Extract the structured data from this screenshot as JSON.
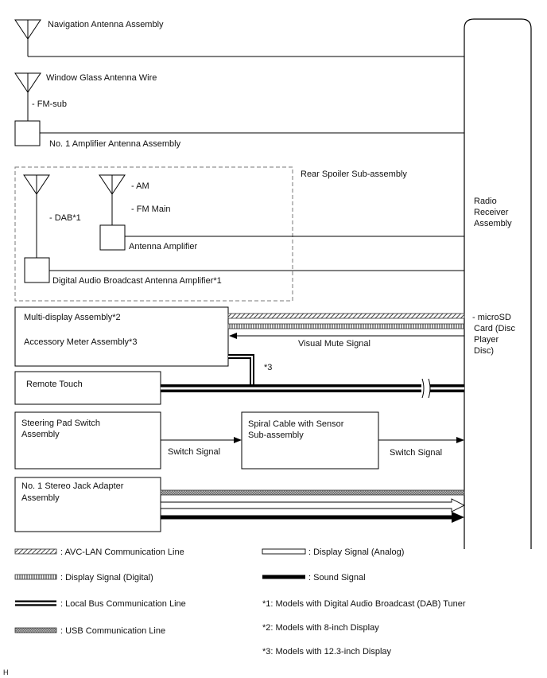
{
  "labels": {
    "nav_antenna": "Navigation Antenna Assembly",
    "window_glass": "Window Glass Antenna Wire",
    "fm_sub": "- FM-sub",
    "no1_amp": "No. 1 Amplifier Antenna Assembly",
    "rear_spoiler": "Rear Spoiler Sub-assembly",
    "am": "- AM",
    "fm_main": "- FM Main",
    "dab": "- DAB*1",
    "antenna_amp": "Antenna Amplifier",
    "dab_amp": "Digital Audio Broadcast Antenna Amplifier*1",
    "radio_line1": "Radio",
    "radio_line2": "Receiver",
    "radio_line3": "Assembly",
    "microsd_line1": "- microSD",
    "microsd_line2": "Card (Disc",
    "microsd_line3": "Player",
    "microsd_line4": "Disc)",
    "multi_display": "Multi-display Assembly*2",
    "accessory_meter": "Accessory Meter Assembly*3",
    "visual_mute": "Visual Mute Signal",
    "star3": "*3",
    "remote_touch": "Remote Touch",
    "steering_line1": "Steering Pad Switch",
    "steering_line2": "Assembly",
    "spiral_line1": "Spiral Cable with Sensor",
    "spiral_line2": "Sub-assembly",
    "switch_signal_1": "Switch Signal",
    "switch_signal_2": "Switch Signal",
    "stereo_line1": "No. 1 Stereo Jack Adapter",
    "stereo_line2": "Assembly",
    "corner_mark": "H"
  },
  "legend": {
    "avc_lan": ": AVC-LAN Communication Line",
    "display_digital": ": Display Signal (Digital)",
    "local_bus": ": Local Bus Communication Line",
    "usb": ": USB Communication Line",
    "display_analog": ": Display Signal (Analog)",
    "sound": ": Sound Signal"
  },
  "notes": {
    "n1": "*1: Models with Digital Audio Broadcast (DAB) Tuner",
    "n2": "*2: Models with 8-inch Display",
    "n3": "*3: Models with 12.3-inch Display"
  }
}
